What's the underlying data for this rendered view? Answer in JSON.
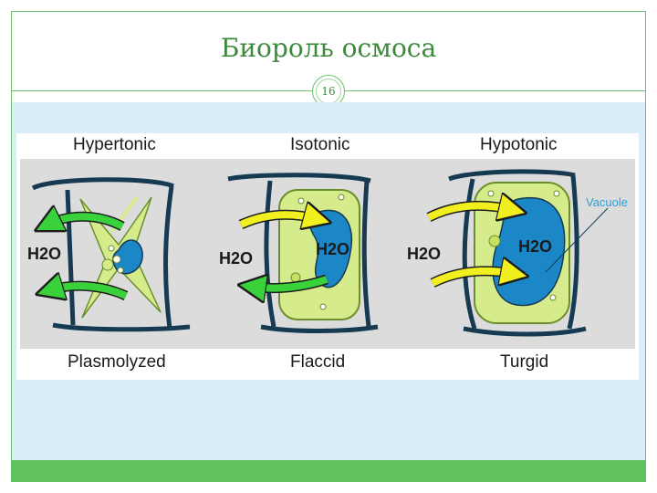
{
  "slide": {
    "title": "Биороль осмоса",
    "page_number": "16"
  },
  "diagram": {
    "panels": [
      {
        "top_label": "Hypertonic",
        "bottom_label": "Plasmolyzed",
        "water_label": "H2O"
      },
      {
        "top_label": "Isotonic",
        "bottom_label": "Flaccid",
        "water_label_outside": "H2O",
        "water_label_inside": "H2O"
      },
      {
        "top_label": "Hypotonic",
        "bottom_label": "Turgid",
        "water_label_outside": "H2O",
        "water_label_inside": "H2O"
      }
    ],
    "vacuole_label": "Vacuole"
  },
  "colors": {
    "accent": "#5fc25f",
    "cytoplasm": "#d6ec8c",
    "vacuole": "#1b87c6",
    "arrow_out": "#39d23a",
    "arrow_in": "#f2ef1f",
    "wall": "#163a52"
  }
}
